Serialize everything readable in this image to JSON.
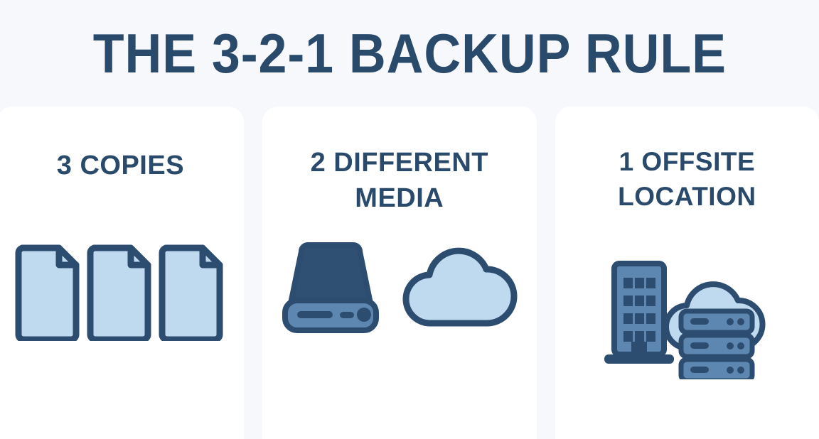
{
  "page": {
    "title": "THE 3-2-1 BACKUP RULE",
    "background_color": "#f6f8fc",
    "card_color": "#ffffff"
  },
  "colors": {
    "navy_dark": "#2a4a6b",
    "navy_stroke": "#2d4d70",
    "blue_light": "#bfd9ee",
    "blue_light_2": "#c6dcef",
    "blue_mid": "#5d87b0",
    "blue_steel": "#4e7aa5",
    "drive_body": "#2f4f73"
  },
  "cards": [
    {
      "id": "copies",
      "heading": "3 COPIES",
      "heading_lines": [
        "3 COPIES"
      ],
      "icons": [
        {
          "name": "document-icon",
          "index": 1
        },
        {
          "name": "document-icon",
          "index": 2
        },
        {
          "name": "document-icon",
          "index": 3
        }
      ]
    },
    {
      "id": "media",
      "heading": "2 DIFFERENT MEDIA",
      "heading_lines": [
        "2 DIFFERENT",
        "MEDIA"
      ],
      "icons": [
        {
          "name": "external-hard-drive-icon"
        },
        {
          "name": "cloud-icon"
        }
      ]
    },
    {
      "id": "offsite",
      "heading": "1 OFFSITE LOCATION",
      "heading_lines": [
        "1 OFFSITE",
        "LOCATION"
      ],
      "icons": [
        {
          "name": "office-building-icon"
        },
        {
          "name": "cloud-server-icon"
        }
      ]
    }
  ]
}
